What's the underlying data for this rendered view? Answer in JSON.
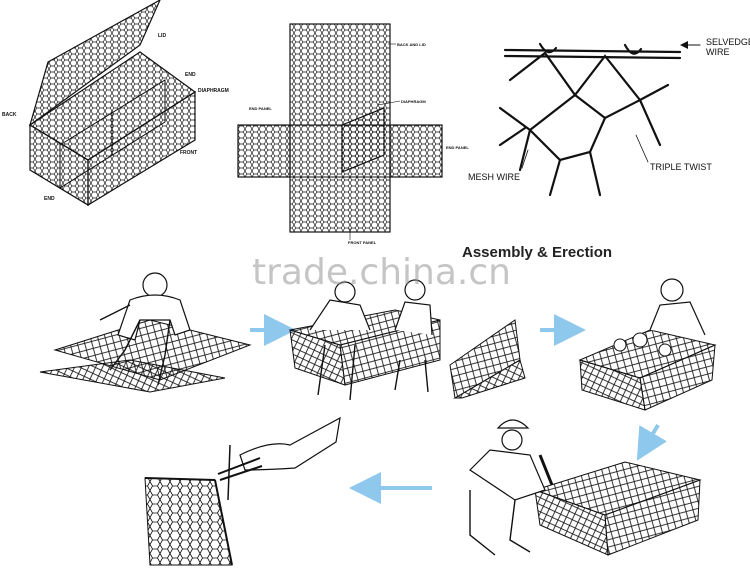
{
  "gabion_box_labels": {
    "lid": "LID",
    "end_top": "END",
    "diaphragm": "DIAPHRAGM",
    "back": "BACK",
    "front": "FRONT",
    "end_bottom": "END"
  },
  "unfolded_labels": {
    "back_and_lid": "BACK AND LID",
    "end_panel_left": "END PANEL",
    "diaphragm": "DIAPHRAGM",
    "end_panel_right": "END PANEL",
    "front_panel": "FRONT PANEL"
  },
  "wire_labels": {
    "selvedge_line1": "SELVEDGE",
    "selvedge_line2": "WIRE",
    "mesh_wire": "MESH WIRE",
    "triple_twist": "TRIPLE TWIST"
  },
  "section_title": "Assembly & Erection",
  "watermark": "trade.china.cn",
  "colors": {
    "line": "#111111",
    "arrow": "#8ec8ec",
    "watermark": "#999999"
  }
}
